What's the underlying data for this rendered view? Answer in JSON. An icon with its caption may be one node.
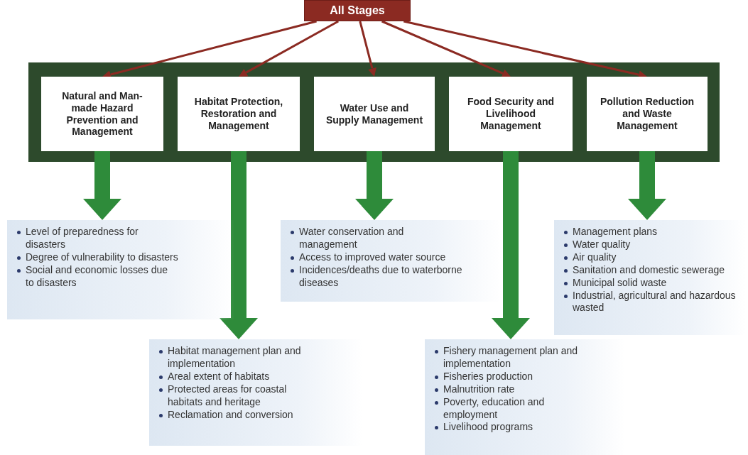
{
  "diagram": {
    "nodes": [
      {
        "text": [
          "All Stages"
        ]
      },
      {
        "text": [
          "Natural and Man-made Hazard Prevention and Management"
        ]
      },
      {
        "text": [
          "Habitat Protection, Restoration and Management"
        ]
      },
      {
        "text": [
          "Water Use and Supply Management"
        ]
      },
      {
        "text": [
          "Food Security and Livelihood Management"
        ]
      },
      {
        "text": [
          "Pollution Reduction and Waste Management"
        ]
      },
      {
        "text": [
          "Level of preparedness for disasters",
          "Degree of vulnerability to disasters",
          "Social and economic losses due to disasters"
        ]
      },
      {
        "text": [
          "Water conservation and management",
          "Access to improved water source",
          "Incidences/deaths due to waterborne diseases"
        ]
      },
      {
        "text": [
          "Management plans",
          "Water quality",
          "Air quality",
          "Sanitation and domestic sewerage",
          "Municipal solid waste",
          "Industrial, agricultural and hazardous wasted"
        ]
      },
      {
        "text": [
          "Habitat management plan and implementation",
          "Areal extent of habitats",
          "Protected areas for coastal habitats and heritage",
          "Reclamation and conversion"
        ]
      },
      {
        "text": [
          "Fishery management plan and implementation",
          "Fisheries production",
          "Malnutrition rate",
          "Poverty, education and employment",
          "Livelihood programs"
        ]
      }
    ],
    "edges": [
      {
        "from": 0,
        "to": 1,
        "arrow": "to",
        "color": "#8b2a22"
      },
      {
        "from": 0,
        "to": 2,
        "arrow": "to",
        "color": "#8b2a22"
      },
      {
        "from": 0,
        "to": 3,
        "arrow": "to",
        "color": "#8b2a22"
      },
      {
        "from": 0,
        "to": 4,
        "arrow": "to",
        "color": "#8b2a22"
      },
      {
        "from": 0,
        "to": 5,
        "arrow": "to",
        "color": "#8b2a22"
      },
      {
        "from": 1,
        "to": 6,
        "arrow": "to",
        "style": "thick",
        "color": "#2e8b3a"
      },
      {
        "from": 2,
        "to": 9,
        "arrow": "to",
        "style": "thick",
        "color": "#2e8b3a"
      },
      {
        "from": 3,
        "to": 7,
        "arrow": "to",
        "style": "thick",
        "color": "#2e8b3a"
      },
      {
        "from": 4,
        "to": 10,
        "arrow": "to",
        "style": "thick",
        "color": "#2e8b3a"
      },
      {
        "from": 5,
        "to": 8,
        "arrow": "to",
        "style": "thick",
        "color": "#2e8b3a"
      }
    ]
  }
}
